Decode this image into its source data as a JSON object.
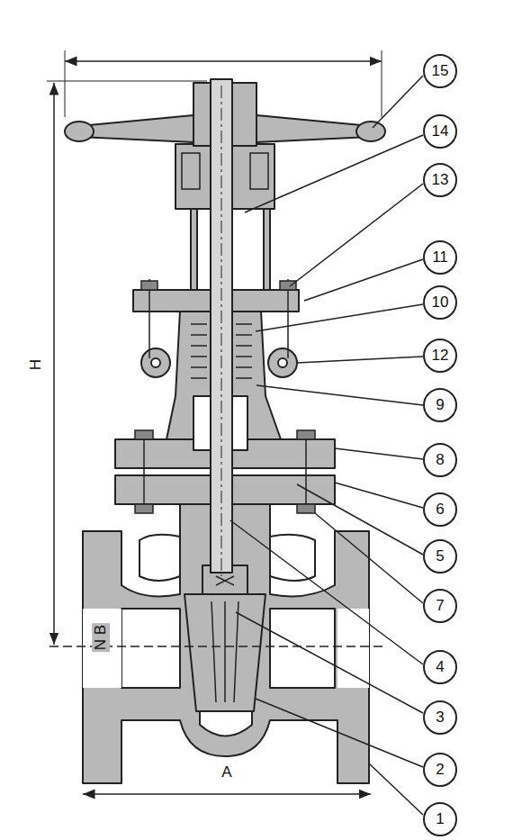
{
  "diagram": {
    "nodes": [
      {
        "text": [
          "15"
        ]
      },
      {
        "text": [
          "14"
        ]
      },
      {
        "text": [
          "13"
        ]
      },
      {
        "text": [
          "11"
        ]
      },
      {
        "text": [
          "10"
        ]
      },
      {
        "text": [
          "12"
        ]
      },
      {
        "text": [
          "9"
        ]
      },
      {
        "text": [
          "8"
        ]
      },
      {
        "text": [
          "6"
        ]
      },
      {
        "text": [
          "5"
        ]
      },
      {
        "text": [
          "7"
        ]
      },
      {
        "text": [
          "4"
        ]
      },
      {
        "text": [
          "3"
        ]
      },
      {
        "text": [
          "2"
        ]
      },
      {
        "text": [
          "1"
        ]
      }
    ],
    "labels": [
      "H",
      "N B",
      "A"
    ]
  }
}
